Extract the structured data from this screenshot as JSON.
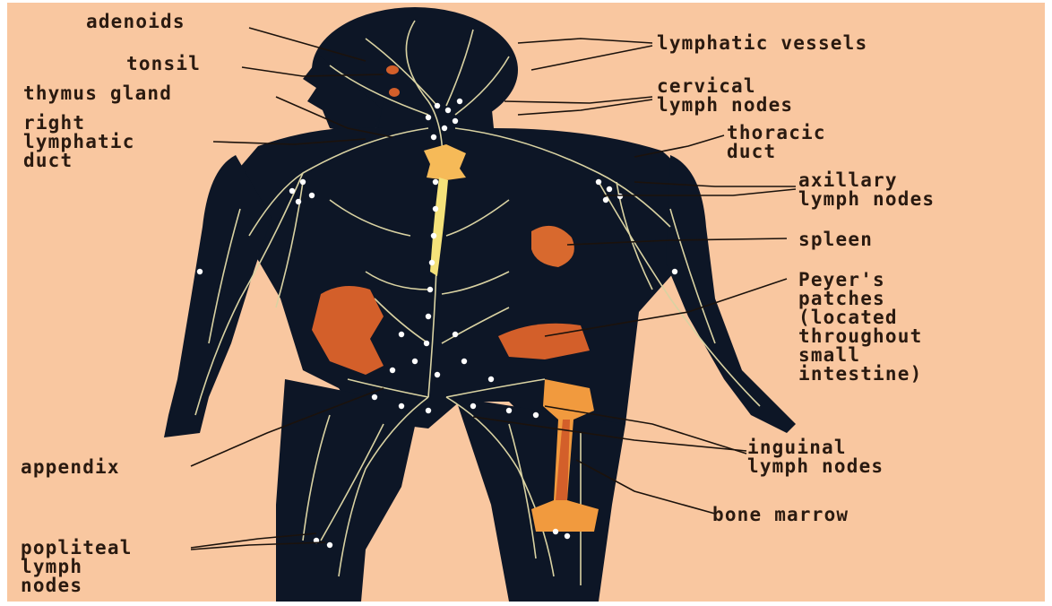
{
  "diagram": {
    "colors": {
      "background": "#f9c7a0",
      "body": "#0d1626",
      "vessels": "#d9d2a2",
      "nodes": "#ffffff",
      "thymus": "#f6ba58",
      "thoracic_duct": "#f5e27a",
      "spleen": "#d8692e",
      "intestine": "#d35f2a",
      "bone_marrow": "#f19a3e",
      "text": "#2a1a10"
    },
    "labels": {
      "adenoids": "adenoids",
      "tonsil": "tonsil",
      "thymus_gland": "thymus gland",
      "right_lymphatic_duct": [
        "right",
        "lymphatic",
        "duct"
      ],
      "lymphatic_vessels": "lymphatic vessels",
      "cervical_lymph_nodes": [
        "cervical",
        "lymph nodes"
      ],
      "thoracic_duct": [
        "thoracic",
        "duct"
      ],
      "axillary_lymph_nodes": [
        "axillary",
        "lymph nodes"
      ],
      "spleen": "spleen",
      "peyers_patches": [
        "Peyer's",
        "patches",
        "(located",
        "throughout",
        "small",
        "intestine)"
      ],
      "appendix": "appendix",
      "inguinal_lymph_nodes": [
        "inguinal",
        "lymph nodes"
      ],
      "bone_marrow": "bone marrow",
      "popliteal_lymph_nodes": [
        "popliteal",
        "lymph",
        "nodes"
      ]
    }
  }
}
